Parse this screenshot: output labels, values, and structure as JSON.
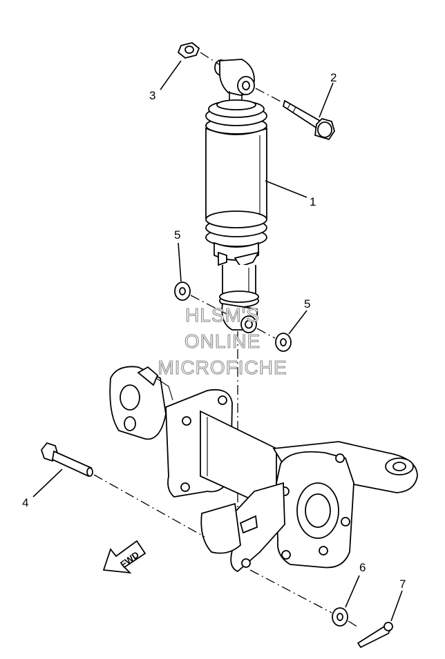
{
  "callouts": [
    {
      "id": "c1",
      "label": "1"
    },
    {
      "id": "c2",
      "label": "2"
    },
    {
      "id": "c3",
      "label": "3"
    },
    {
      "id": "c4",
      "label": "4"
    },
    {
      "id": "c5a",
      "label": "5"
    },
    {
      "id": "c5b",
      "label": "5"
    },
    {
      "id": "c6",
      "label": "6"
    },
    {
      "id": "c7",
      "label": "7"
    }
  ],
  "watermark": {
    "line1": "HLSM'S",
    "line2": "ONLINE",
    "line3": "MICROFICHE"
  },
  "fwd_label": "FWD"
}
